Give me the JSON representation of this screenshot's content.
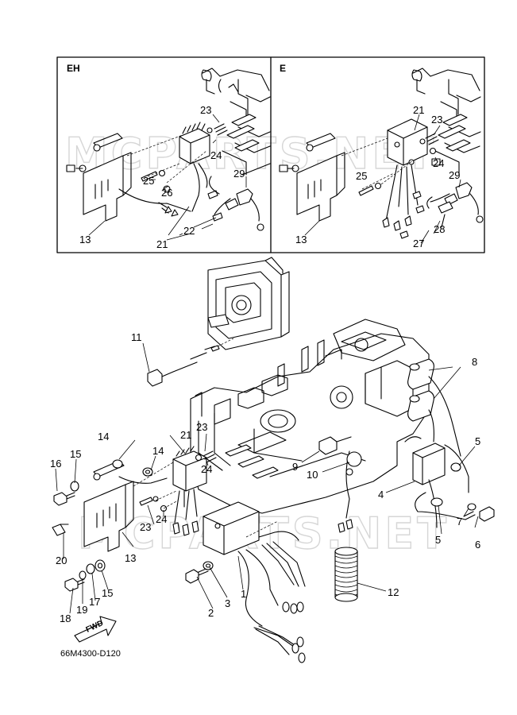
{
  "inset_left": {
    "header": "EH"
  },
  "inset_right": {
    "header": "E"
  },
  "watermark": {
    "text": "MCPARTS.NET"
  },
  "diagram_code": "66M4300-D120",
  "fwd_arrow": {
    "label": "FWD"
  },
  "callouts": {
    "c1": "1",
    "c2": "2",
    "c3": "3",
    "c4": "4",
    "c5a": "5",
    "c5b": "5",
    "c6": "6",
    "c7": "7",
    "c8": "8",
    "c9": "9",
    "c10": "10",
    "c11": "11",
    "c12": "12",
    "c13": "13",
    "c14a": "14",
    "c14b": "14",
    "c15a": "15",
    "c15b": "15",
    "c16": "16",
    "c17": "17",
    "c18": "18",
    "c19": "19",
    "c20": "20",
    "c21": "21",
    "c23a": "23",
    "c23b": "23",
    "c24": "24"
  },
  "eh_callouts": {
    "c13": "13",
    "c21": "21",
    "c22": "22",
    "c23": "23",
    "c24": "24",
    "c25": "25",
    "c26": "26",
    "c29": "29"
  },
  "e_callouts": {
    "c13": "13",
    "c21": "21",
    "c23": "23",
    "c24": "24",
    "c25": "25",
    "c27": "27",
    "c28": "28",
    "c29": "29"
  }
}
